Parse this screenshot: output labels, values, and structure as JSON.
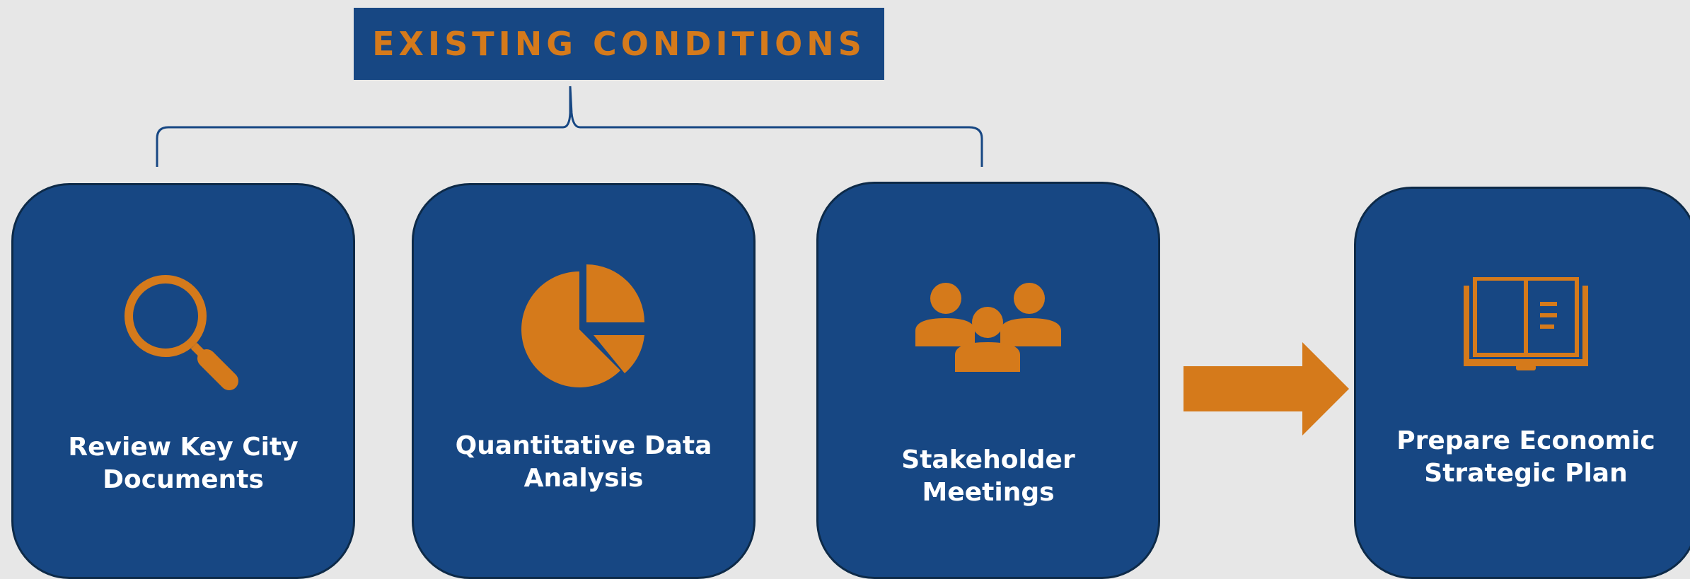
{
  "header": {
    "title": "EXISTING CONDITIONS"
  },
  "cards": [
    {
      "label": "Review Key City Documents",
      "icon": "magnifier-icon"
    },
    {
      "label": "Quantitative Data Analysis",
      "icon": "pie-chart-icon"
    },
    {
      "label": "Stakeholder Meetings",
      "icon": "people-group-icon"
    },
    {
      "label": "Prepare Economic Strategic Plan",
      "icon": "open-book-icon"
    }
  ],
  "colors": {
    "background": "#e7e7e7",
    "card_fill": "#174783",
    "card_border": "#0d2a48",
    "accent_orange": "#d57a1b",
    "label_text": "#ffffff",
    "bracket_line": "#174783"
  }
}
